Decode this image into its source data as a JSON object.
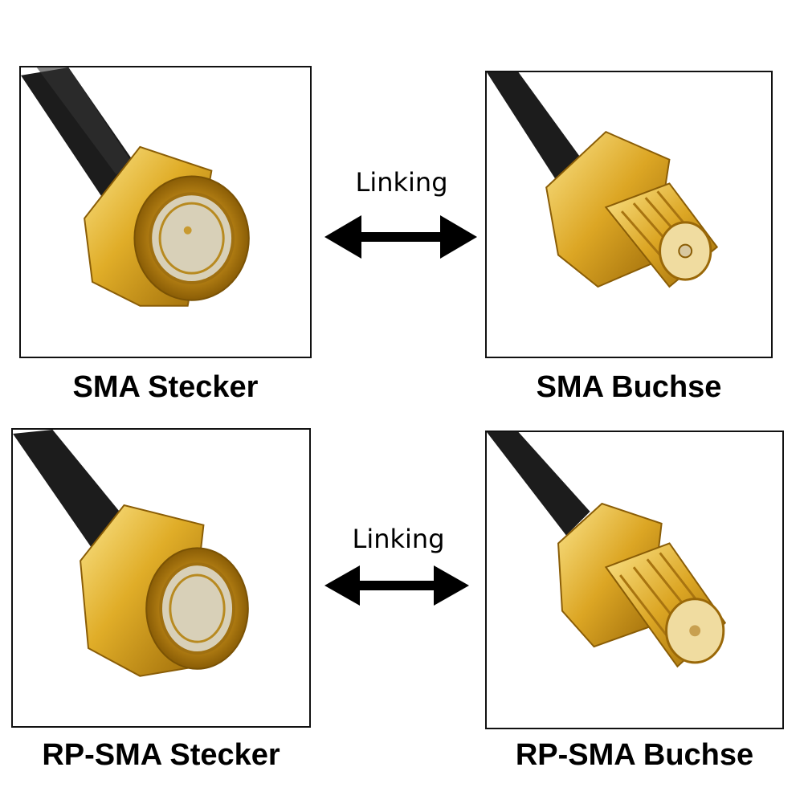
{
  "top_row": {
    "left_caption": "SMA Stecker",
    "right_caption": "SMA Buchse",
    "link_label": "Linking"
  },
  "bottom_row": {
    "left_caption": "RP-SMA Stecker",
    "right_caption": "RP-SMA Buchse",
    "link_label": "Linking"
  },
  "colors": {
    "gold_light": "#f6d66a",
    "gold_mid": "#d9a520",
    "gold_dark": "#a06e08",
    "cable": "#1c1c1c",
    "arrow": "#000000"
  },
  "icons": [
    "double-arrow-icon"
  ]
}
